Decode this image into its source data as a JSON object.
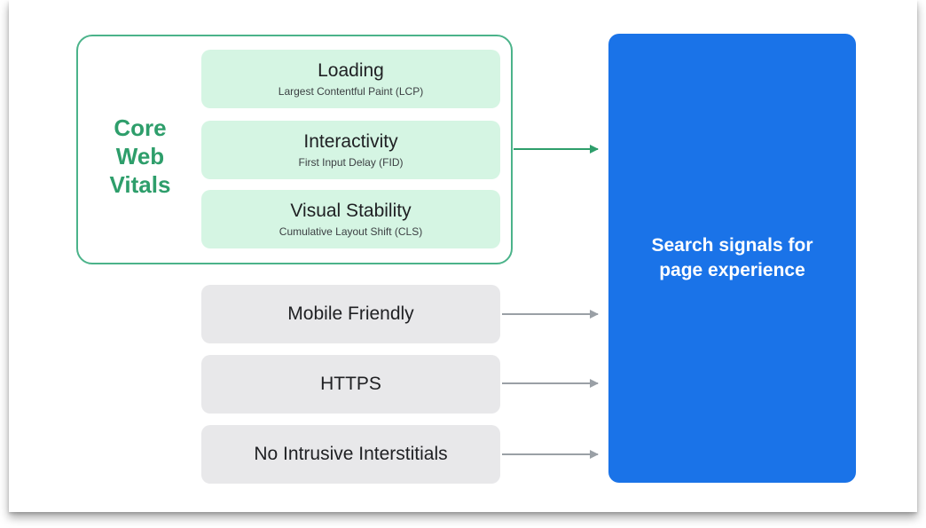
{
  "core_web_vitals": {
    "title": "Core Web Vitals",
    "metrics": [
      {
        "title": "Loading",
        "subtitle": "Largest Contentful Paint (LCP)"
      },
      {
        "title": "Interactivity",
        "subtitle": "First Input Delay (FID)"
      },
      {
        "title": "Visual Stability",
        "subtitle": "Cumulative Layout Shift (CLS)"
      }
    ]
  },
  "other_signals": [
    {
      "title": "Mobile Friendly"
    },
    {
      "title": "HTTPS"
    },
    {
      "title": "No Intrusive Interstitials"
    }
  ],
  "target": {
    "label": "Search signals for page experience"
  },
  "colors": {
    "cwv_border": "#4bb38a",
    "cwv_text": "#2e9e6b",
    "cwv_box": "#d5f5e3",
    "gray_box": "#e8e8ea",
    "target_box": "#1a73e8",
    "gray_arrow": "#9aa0a6"
  }
}
